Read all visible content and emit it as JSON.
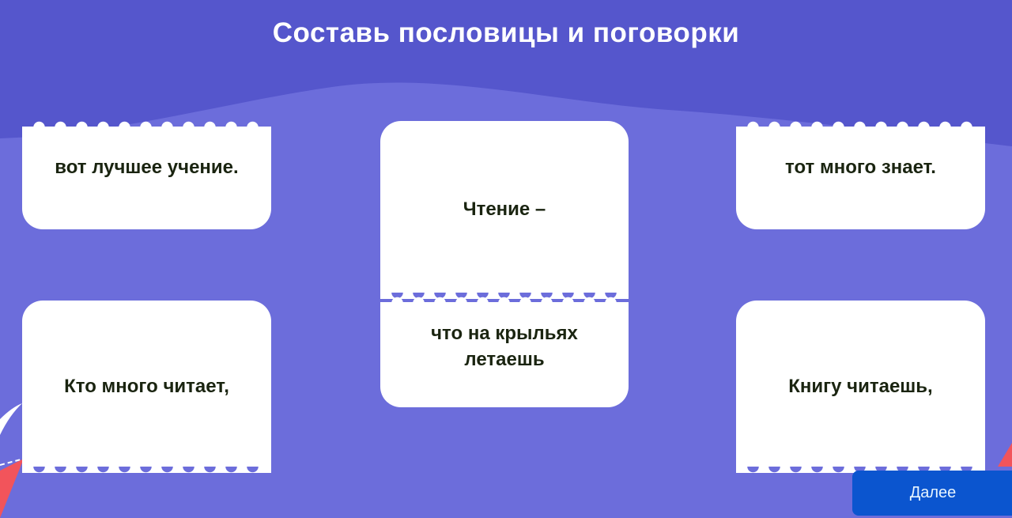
{
  "title": "Составь пословицы и поговорки",
  "cards": {
    "top_left": "вот лучшее учение.",
    "center_top": "Чтение –",
    "top_right": "тот много знает.",
    "bottom_left": "Кто много читает,",
    "center_bottom": "что на крыльях летаешь",
    "bottom_right": "Книгу читаешь,"
  },
  "next_button": "Далее",
  "colors": {
    "background": "#6c6ddb",
    "header": "#5556cc",
    "button": "#0b55cf"
  }
}
